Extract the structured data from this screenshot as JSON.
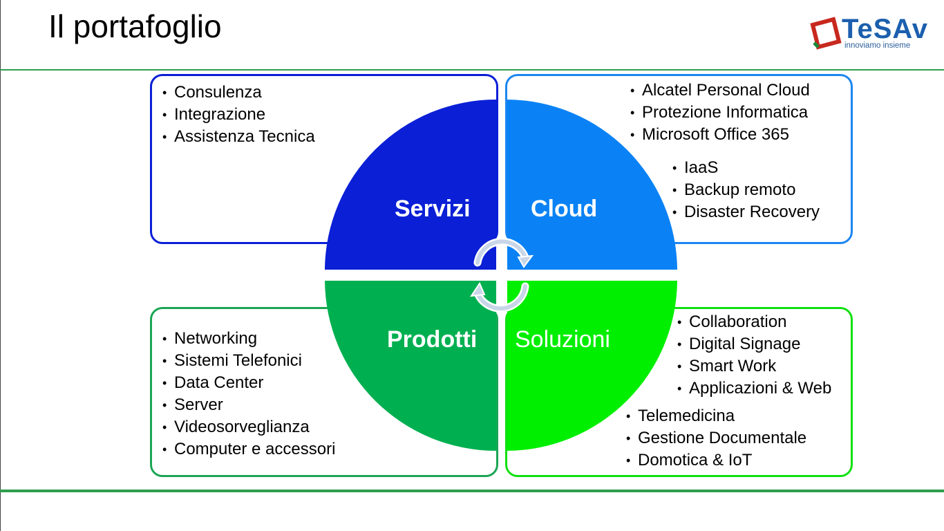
{
  "title": "Il portafoglio",
  "logo": {
    "wordmark": "TeSAv",
    "tagline": "innoviamo insieme",
    "colors": {
      "square": "#c8281e",
      "square_accent": "#1a8a3a",
      "text": "#1b5fae"
    }
  },
  "quadrants": {
    "servizi": {
      "label": "Servizi",
      "color": "#0a1fd6",
      "items": [
        "Consulenza",
        "Integrazione",
        "Assistenza Tecnica"
      ]
    },
    "cloud": {
      "label": "Cloud",
      "color": "#1c86f0",
      "items_group1": [
        "Alcatel Personal Cloud",
        "Protezione Informatica",
        "Microsoft Office 365"
      ],
      "items_group2": [
        "IaaS",
        "Backup remoto",
        "Disaster Recovery"
      ]
    },
    "prodotti": {
      "label": "Prodotti",
      "color": "#00b050",
      "items": [
        "Networking",
        "Sistemi Telefonici",
        "Data Center",
        "Server",
        "Videosorveglianza",
        "Computer e accessori"
      ]
    },
    "soluzioni": {
      "label": "Soluzioni",
      "color": "#00ee00",
      "items_group1": [
        "Collaboration",
        "Digital Signage",
        "Smart Work",
        "Applicazioni & Web"
      ],
      "items_group2": [
        "Telemedicina",
        "Gestione Documentale",
        "Domotica & IoT"
      ]
    }
  },
  "center_icon": "cycle-arrows-icon",
  "accent_color": "#2e9e4f"
}
